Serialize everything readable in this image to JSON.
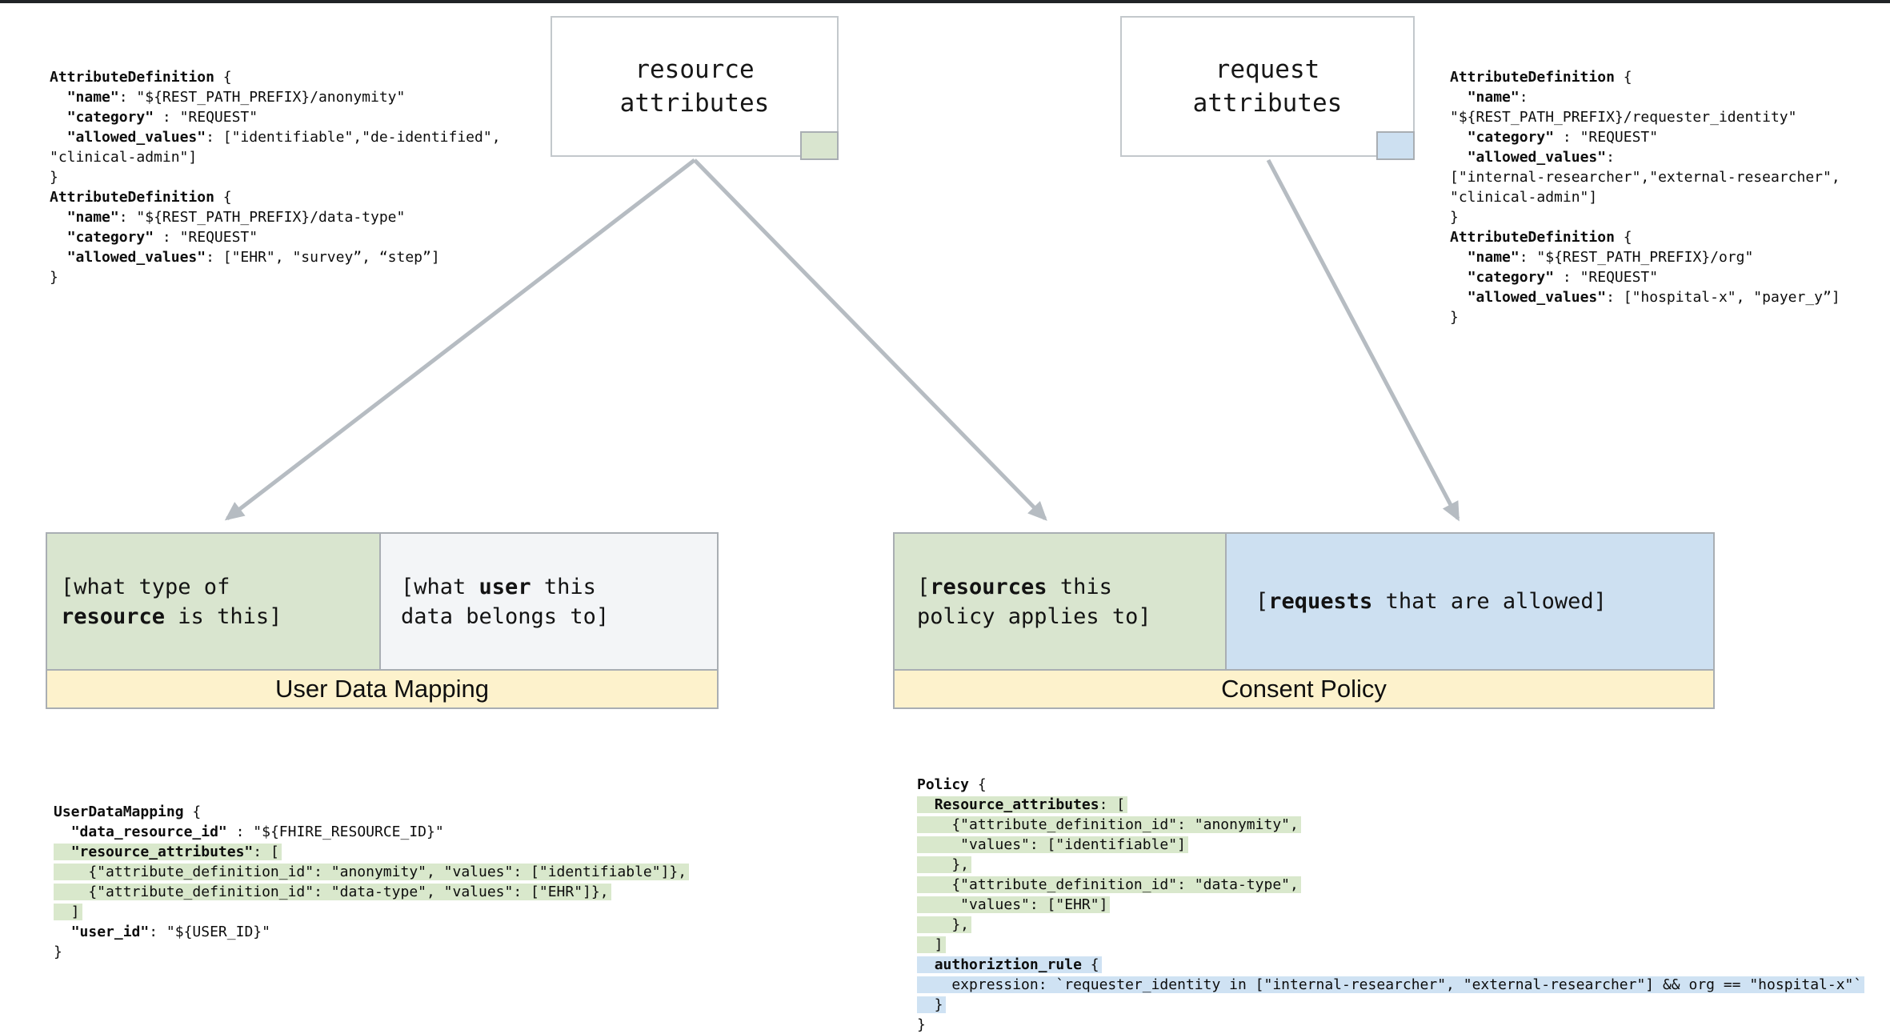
{
  "colors": {
    "green": "#d9e5cf",
    "green_hl": "#d9e8cc",
    "blue": "#cde0f1",
    "blue_hl": "#cfe2f3",
    "yellow": "#fdf2cc",
    "gray_cell": "#f3f5f7",
    "border_gray": "#a9aeb3",
    "box_border": "#c3c8cc",
    "arrow": "#b6bcc2"
  },
  "nodes": {
    "resource_box": {
      "label": "resource\nattributes",
      "swatch": "green-swatch"
    },
    "request_box": {
      "label": "request\nattributes",
      "swatch": "blue-swatch"
    }
  },
  "mapping": {
    "resource_cell": {
      "segments": [
        [
          "r",
          "[what type of\n"
        ],
        [
          "b",
          "resource"
        ],
        [
          "r",
          " is this]"
        ]
      ]
    },
    "user_cell": {
      "segments": [
        [
          "r",
          "[what "
        ],
        [
          "b",
          "user"
        ],
        [
          "r",
          " this\ndata belongs to]"
        ]
      ]
    },
    "label": "User Data Mapping"
  },
  "policy": {
    "resource_cell": {
      "segments": [
        [
          "r",
          "["
        ],
        [
          "b",
          "resources"
        ],
        [
          "r",
          " this\npolicy applies to]"
        ]
      ]
    },
    "request_cell": {
      "segments": [
        [
          "r",
          "["
        ],
        [
          "b",
          "requests"
        ],
        [
          "r",
          " that are allowed]"
        ]
      ]
    },
    "label": "Consent Policy"
  },
  "code_blocks": {
    "resource_attr_defs": {
      "lines": [
        {
          "h": "",
          "s": [
            [
              "b",
              "AttributeDefinition"
            ],
            [
              "r",
              " {"
            ]
          ]
        },
        {
          "h": "",
          "s": [
            [
              "r",
              "  "
            ],
            [
              "b",
              "\"name\""
            ],
            [
              "r",
              ": \"${REST_PATH_PREFIX}/anonymity\""
            ]
          ]
        },
        {
          "h": "",
          "s": [
            [
              "r",
              "  "
            ],
            [
              "b",
              "\"category\""
            ],
            [
              "r",
              " : \"REQUEST\""
            ]
          ]
        },
        {
          "h": "",
          "s": [
            [
              "r",
              "  "
            ],
            [
              "b",
              "\"allowed_values\""
            ],
            [
              "r",
              ": [\"identifiable\",\"de-identified\","
            ]
          ]
        },
        {
          "h": "",
          "s": [
            [
              "r",
              "\"clinical-admin\"]"
            ]
          ]
        },
        {
          "h": "",
          "s": [
            [
              "r",
              "}"
            ]
          ]
        },
        {
          "h": "",
          "s": [
            [
              "b",
              "AttributeDefinition"
            ],
            [
              "r",
              " {"
            ]
          ]
        },
        {
          "h": "",
          "s": [
            [
              "r",
              "  "
            ],
            [
              "b",
              "\"name\""
            ],
            [
              "r",
              ": \"${REST_PATH_PREFIX}/data-type\""
            ]
          ]
        },
        {
          "h": "",
          "s": [
            [
              "r",
              "  "
            ],
            [
              "b",
              "\"category\""
            ],
            [
              "r",
              " : \"REQUEST\""
            ]
          ]
        },
        {
          "h": "",
          "s": [
            [
              "r",
              "  "
            ],
            [
              "b",
              "\"allowed_values\""
            ],
            [
              "r",
              ": [\"EHR\", \"survey”, “step”]"
            ]
          ]
        },
        {
          "h": "",
          "s": [
            [
              "r",
              "}"
            ]
          ]
        }
      ]
    },
    "request_attr_defs": {
      "lines": [
        {
          "h": "",
          "s": [
            [
              "b",
              "AttributeDefinition"
            ],
            [
              "r",
              " {"
            ]
          ]
        },
        {
          "h": "",
          "s": [
            [
              "r",
              "  "
            ],
            [
              "b",
              "\"name\""
            ],
            [
              "r",
              ":"
            ]
          ]
        },
        {
          "h": "",
          "s": [
            [
              "r",
              "\"${REST_PATH_PREFIX}/requester_identity\""
            ]
          ]
        },
        {
          "h": "",
          "s": [
            [
              "r",
              "  "
            ],
            [
              "b",
              "\"category\""
            ],
            [
              "r",
              " : \"REQUEST\""
            ]
          ]
        },
        {
          "h": "",
          "s": [
            [
              "r",
              "  "
            ],
            [
              "b",
              "\"allowed_values\""
            ],
            [
              "r",
              ":"
            ]
          ]
        },
        {
          "h": "",
          "s": [
            [
              "r",
              "[\"internal-researcher\",\"external-researcher\","
            ]
          ]
        },
        {
          "h": "",
          "s": [
            [
              "r",
              "\"clinical-admin\"]"
            ]
          ]
        },
        {
          "h": "",
          "s": [
            [
              "r",
              "}"
            ]
          ]
        },
        {
          "h": "",
          "s": [
            [
              "b",
              "AttributeDefinition"
            ],
            [
              "r",
              " {"
            ]
          ]
        },
        {
          "h": "",
          "s": [
            [
              "r",
              "  "
            ],
            [
              "b",
              "\"name\""
            ],
            [
              "r",
              ": \"${REST_PATH_PREFIX}/org\""
            ]
          ]
        },
        {
          "h": "",
          "s": [
            [
              "r",
              "  "
            ],
            [
              "b",
              "\"category\""
            ],
            [
              "r",
              " : \"REQUEST\""
            ]
          ]
        },
        {
          "h": "",
          "s": [
            [
              "r",
              "  "
            ],
            [
              "b",
              "\"allowed_values\""
            ],
            [
              "r",
              ": [\"hospital-x\", \"payer_y”]"
            ]
          ]
        },
        {
          "h": "",
          "s": [
            [
              "r",
              "}"
            ]
          ]
        }
      ]
    },
    "user_data_mapping": {
      "lines": [
        {
          "h": "",
          "s": [
            [
              "b",
              "UserDataMapping"
            ],
            [
              "r",
              " {"
            ]
          ]
        },
        {
          "h": "",
          "s": [
            [
              "r",
              "  "
            ],
            [
              "b",
              "\"data_resource_id\""
            ],
            [
              "r",
              " : \"${FHIRE_RESOURCE_ID}\""
            ]
          ]
        },
        {
          "h": "g",
          "s": [
            [
              "r",
              "  "
            ],
            [
              "b",
              "\"resource_attributes\""
            ],
            [
              "r",
              ": ["
            ]
          ]
        },
        {
          "h": "g",
          "s": [
            [
              "r",
              "    {\"attribute_definition_id\": \"anonymity\", \"values\": [\"identifiable\"]},"
            ]
          ]
        },
        {
          "h": "g",
          "s": [
            [
              "r",
              "    {\"attribute_definition_id\": \"data-type\", \"values\": [\"EHR\"]},"
            ]
          ]
        },
        {
          "h": "g",
          "s": [
            [
              "r",
              "  ]"
            ]
          ]
        },
        {
          "h": "",
          "s": [
            [
              "r",
              "  "
            ],
            [
              "b",
              "\"user_id\""
            ],
            [
              "r",
              ": \"${USER_ID}\""
            ]
          ]
        },
        {
          "h": "",
          "s": [
            [
              "r",
              "}"
            ]
          ]
        }
      ]
    },
    "policy": {
      "lines": [
        {
          "h": "",
          "s": [
            [
              "b",
              "Policy"
            ],
            [
              "r",
              " {"
            ]
          ]
        },
        {
          "h": "g",
          "s": [
            [
              "r",
              "  "
            ],
            [
              "b",
              "Resource_attributes"
            ],
            [
              "r",
              ": ["
            ]
          ]
        },
        {
          "h": "g",
          "s": [
            [
              "r",
              "    {\"attribute_definition_id\": \"anonymity\","
            ]
          ]
        },
        {
          "h": "g",
          "s": [
            [
              "r",
              "     \"values\": [\"identifiable\"]"
            ]
          ]
        },
        {
          "h": "g",
          "s": [
            [
              "r",
              "    },"
            ]
          ]
        },
        {
          "h": "g",
          "s": [
            [
              "r",
              "    {\"attribute_definition_id\": \"data-type\","
            ]
          ]
        },
        {
          "h": "g",
          "s": [
            [
              "r",
              "     \"values\": [\"EHR\"]"
            ]
          ]
        },
        {
          "h": "g",
          "s": [
            [
              "r",
              "    },"
            ]
          ]
        },
        {
          "h": "g",
          "s": [
            [
              "r",
              "  ]"
            ]
          ]
        },
        {
          "h": "bl",
          "s": [
            [
              "r",
              "  "
            ],
            [
              "b",
              "authoriztion_rule"
            ],
            [
              "r",
              " {"
            ]
          ]
        },
        {
          "h": "bl",
          "s": [
            [
              "r",
              "    expression: `requester_identity in [\"internal-researcher\", \"external-researcher\"] && org == \"hospital-x\"`"
            ]
          ]
        },
        {
          "h": "bl",
          "s": [
            [
              "r",
              "  }"
            ]
          ]
        },
        {
          "h": "",
          "s": [
            [
              "r",
              "}"
            ]
          ]
        }
      ]
    }
  }
}
